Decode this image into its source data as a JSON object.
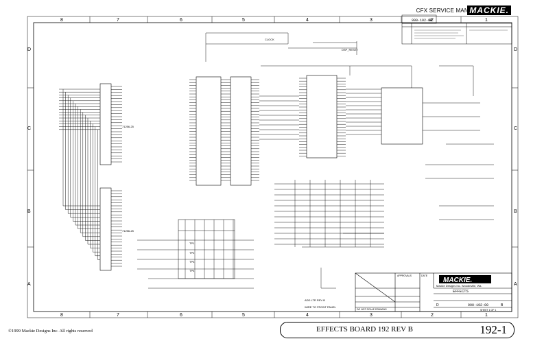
{
  "header": {
    "manual": "CFX SERVICE MANUAL",
    "brand": "MACKIE."
  },
  "footer": {
    "copyright": "©1999 Mackie Designs Inc. All rights reserved",
    "board_title": "EFFECTS BOARD 192 REV B",
    "page_number": "192-1"
  },
  "frame": {
    "columns_top": [
      "8",
      "7",
      "6",
      "5",
      "4",
      "3",
      "2",
      "1"
    ],
    "columns_bottom": [
      "8",
      "7",
      "6",
      "5",
      "4",
      "3",
      "2",
      "1"
    ],
    "rows": [
      "D",
      "C",
      "B",
      "A"
    ]
  },
  "title_block": {
    "brand": "MACKIE.",
    "company": "Mackie Designs Inc.  Woodinville, Wa.",
    "title": "EFFECTS",
    "dwg_no": "990-192-00",
    "rev": "B",
    "size": "D",
    "sheet": "SHEET 1 OF 1",
    "scale": "DO NOT SCALE DRAWING",
    "approvals": "APPROVALS",
    "date": "DATE"
  },
  "revision_block": {
    "dwg_no": "990-192-00",
    "rev": "B"
  },
  "labels": {
    "u_ram1": "71256-25",
    "u_ram2": "71256-25",
    "tp1": "TP1",
    "tp2": "TP2",
    "tp3": "TP3",
    "tp4": "TP4",
    "effects_label": "EFFECTS",
    "dsp_reset": "DSP_RESET",
    "clk": "CLOCK",
    "note": "ADD LTR REV B",
    "wire_note": "WIRE TO FRONT PANEL"
  }
}
